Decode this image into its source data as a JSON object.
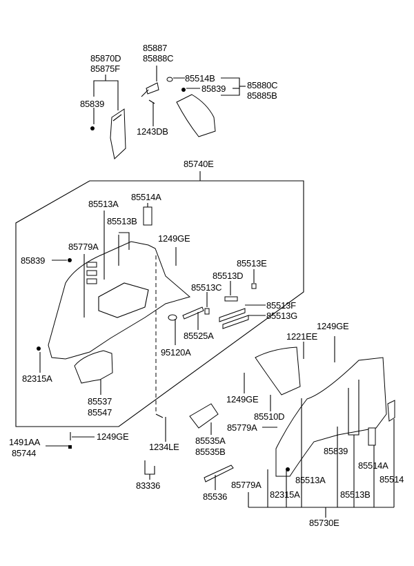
{
  "diagram": {
    "title": "Interior trim - rear quarter panel parts diagram",
    "labels": {
      "l85870D": "85870D",
      "l85875F": "85875F",
      "l85839_top": "85839",
      "l85887": "85887",
      "l85888C": "85888C",
      "l1243DB": "1243DB",
      "l85514B": "85514B",
      "l85839_topright": "85839",
      "l85880C": "85880C",
      "l85885B": "85885B",
      "l85740E": "85740E",
      "l85513A_left": "85513A",
      "l85514A_left": "85514A",
      "l85513B_left": "85513B",
      "l1249GE_left": "1249GE",
      "l85779A_left": "85779A",
      "l85839_left": "85839",
      "l85513E": "85513E",
      "l85513D": "85513D",
      "l85513C": "85513C",
      "l85513F": "85513F",
      "l85513G": "85513G",
      "l85525A": "85525A",
      "l95120A": "95120A",
      "l82315A_left": "82315A",
      "l85537": "85537",
      "l85547": "85547",
      "l1249GE_right": "1249GE",
      "l1221EE": "1221EE",
      "l1249GE_mid": "1249GE",
      "l85510D": "85510D",
      "l85779A_mid": "85779A",
      "l1491AA": "1491AA",
      "l85744": "85744",
      "l1249GE_bottom": "1249GE",
      "l1234LE": "1234LE",
      "l85535A": "85535A",
      "l85535B": "85535B",
      "l83336": "83336",
      "l85536": "85536",
      "l85839_right": "85839",
      "l85514A_right": "85514A",
      "l85514": "85514",
      "l85779A_right": "85779A",
      "l85513A_right": "85513A",
      "l82315A_right": "82315A",
      "l85513B_right": "85513B",
      "l85730E": "85730E"
    }
  }
}
